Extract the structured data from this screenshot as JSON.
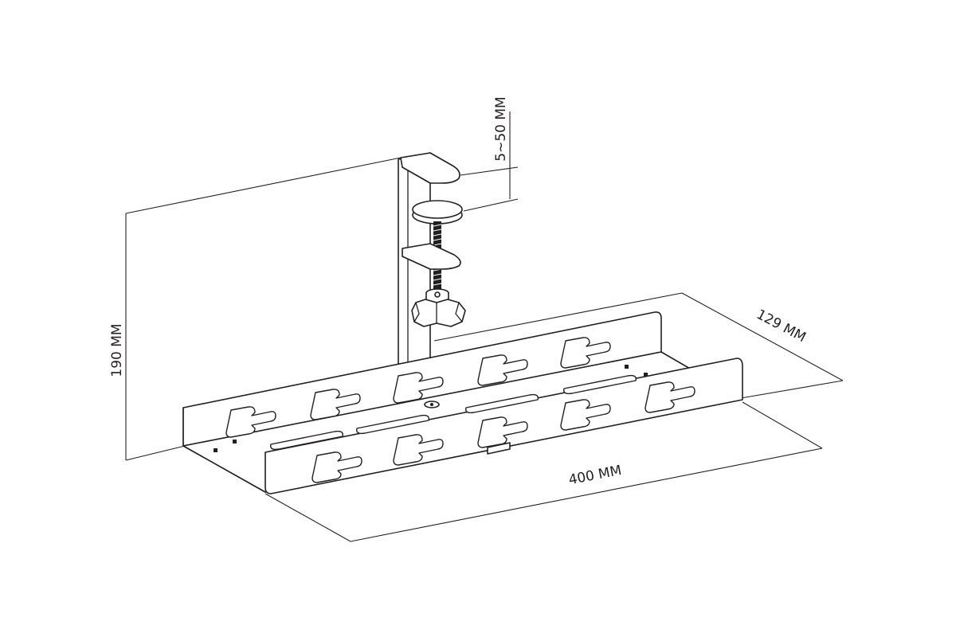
{
  "dimensions": {
    "height_label": "190 MM",
    "clamp_range_label": "5~50 MM",
    "depth_label": "129 MM",
    "length_label": "400 MM"
  },
  "colors": {
    "line": "#231f20",
    "background": "#ffffff"
  }
}
